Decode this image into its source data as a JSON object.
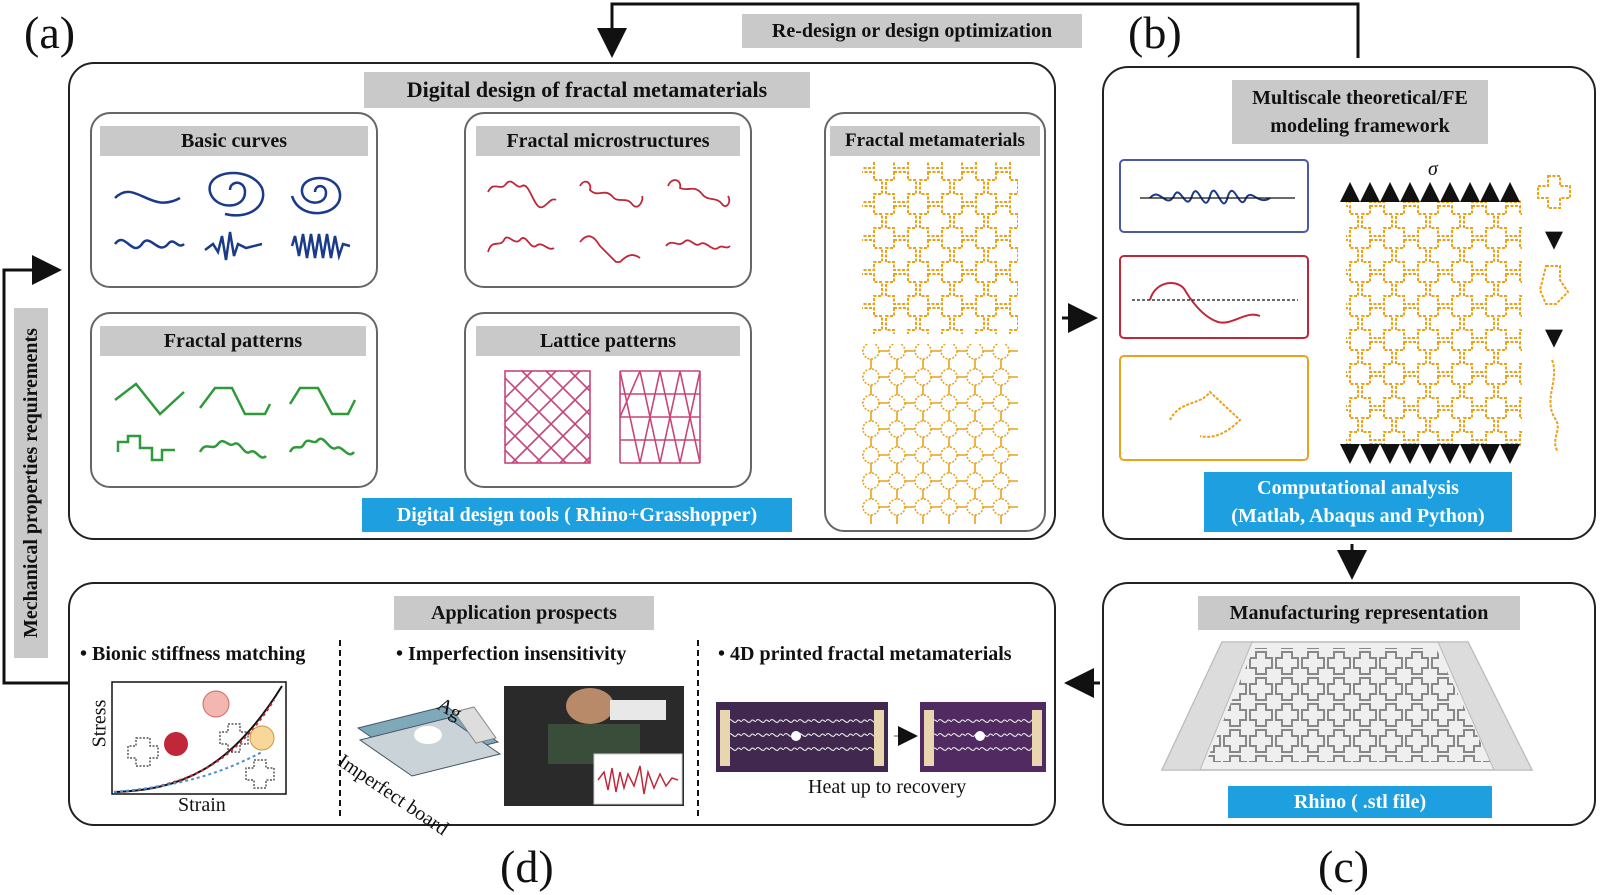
{
  "labels": {
    "a": "(a)",
    "b": "(b)",
    "c": "(c)",
    "d": "(d)"
  },
  "feedback": {
    "redesign": "Re-design or design optimization",
    "requirements": "Mechanical properties requirements"
  },
  "panel_a": {
    "title": "Digital design of fractal metamaterials",
    "basic_curves": "Basic curves",
    "fractal_patterns": "Fractal patterns",
    "fractal_microstructures": "Fractal microstructures",
    "lattice_patterns": "Lattice patterns",
    "fractal_metamaterials": "Fractal metamaterials",
    "tools": "Digital design tools ( Rhino+Grasshopper)"
  },
  "panel_b": {
    "title_line1": "Multiscale theoretical/FE",
    "title_line2": "modeling framework",
    "sigma": "σ",
    "analysis_line1": "Computational analysis",
    "analysis_line2": "(Matlab, Abaqus and Python)"
  },
  "panel_c": {
    "title": "Manufacturing representation",
    "file": "Rhino ( .stl file)"
  },
  "panel_d": {
    "title": "Application prospects",
    "item1": "• Bionic stiffness matching",
    "item2": "• Imperfection insensitivity",
    "item3": "• 4D printed fractal metamaterials",
    "stress": "Stress",
    "strain": "Strain",
    "ag": "Ag",
    "imperfect_board": "Imperfect board",
    "heat": "Heat up to recovery"
  },
  "colors": {
    "blue_curve": "#1a3a8a",
    "green_curve": "#2e9a3a",
    "red_curve": "#c0283a",
    "pink_lattice": "#c8457a",
    "gold": "#e8a21c",
    "label_bg": "#c9c9c9",
    "accent_blue": "#1ea0e0"
  }
}
